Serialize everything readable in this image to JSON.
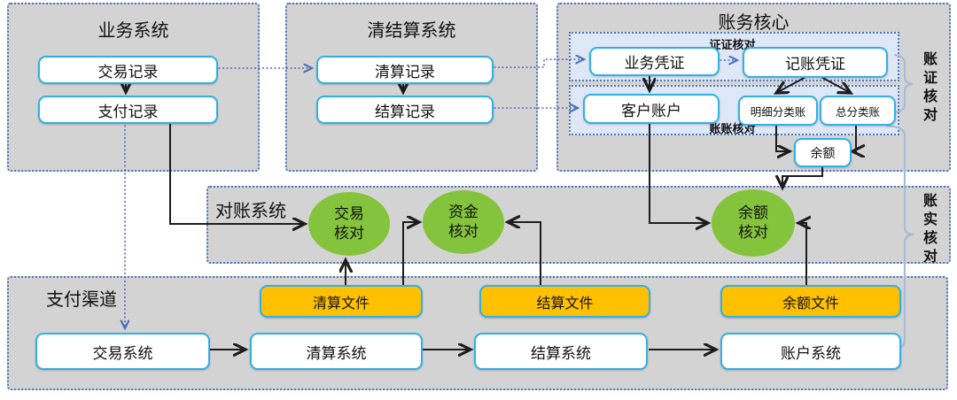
{
  "colors": {
    "container_fill": "#d3d3d3",
    "container_border": "#4f74b8",
    "node_border": "#2fb0e8",
    "panel_fill": "#dde7f6",
    "file_fill": "#ffc000",
    "check_circle_fill": "#84c43c",
    "brace": "#a9bad8",
    "solid_connector": "#1c1c1c",
    "dotted_connector": "#4a6db8"
  },
  "business_system": {
    "title": "业务系统",
    "transaction_record": "交易记录",
    "payment_record": "支付记录"
  },
  "clearing_settlement_system": {
    "title": "清结算系统",
    "clearing_record": "清算记录",
    "settlement_record": "结算记录"
  },
  "accounting_core": {
    "title": "账务核心",
    "voucher_voucher_check": "证证核对",
    "ledger_ledger_check": "账账核对",
    "business_voucher": "业务凭证",
    "bookkeeping_voucher": "记账凭证",
    "customer_account": "客户账户",
    "detail_ledger": "明细分类账",
    "general_ledger": "总分类账",
    "balance": "余额"
  },
  "reconciliation_system": {
    "title": "对账系统",
    "transaction_check": "交易核对",
    "funds_check": "资金核对",
    "balance_check": "余额核对"
  },
  "payment_channel": {
    "title": "支付渠道",
    "clearing_file": "清算文件",
    "settlement_file": "结算文件",
    "balance_file": "余额文件",
    "transaction_system": "交易系统",
    "clearing_system": "清算系统",
    "settlement_system": "结算系统",
    "account_system": "账户系统"
  },
  "side_labels": {
    "ledger_voucher_check": "账证核对",
    "ledger_reality_check": "账实核对"
  }
}
